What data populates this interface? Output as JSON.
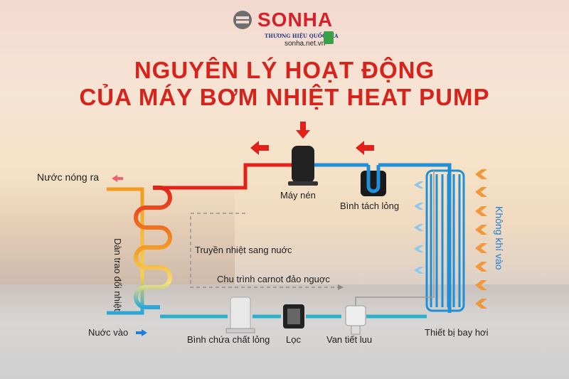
{
  "logo": {
    "brand": "SONHA",
    "slogan": "THƯƠNG HIỆU QUỐC GIA",
    "website": "sonha.net.vn"
  },
  "title": {
    "line1": "NGUYÊN LÝ HOẠT ĐỘNG",
    "line2": "CỦA MÁY BƠM NHIỆT HEAT PUMP"
  },
  "labels": {
    "hot_water_out": "Nước nóng ra",
    "water_in": "Nuớc vào",
    "heat_exchanger": "Dàn trao đổi nhiệt",
    "compressor": "Máy nén",
    "separator": "Bình tách lỏng",
    "heat_transfer": "Truyền nhiệt sang nuớc",
    "carnot": "Chu trình carnot đảo nguợc",
    "receiver": "Bình chứa chất lỏng",
    "filter": "Lọc",
    "expansion_valve": "Van tiết luu",
    "evaporator": "Thiết bị bay hơi",
    "air_in": "Không khí vào"
  },
  "colors": {
    "title": "#d7231b",
    "hot_pipe": "#e3211b",
    "cold_pipe": "#1f8fd8",
    "air_arrow": "#f0983a"
  }
}
